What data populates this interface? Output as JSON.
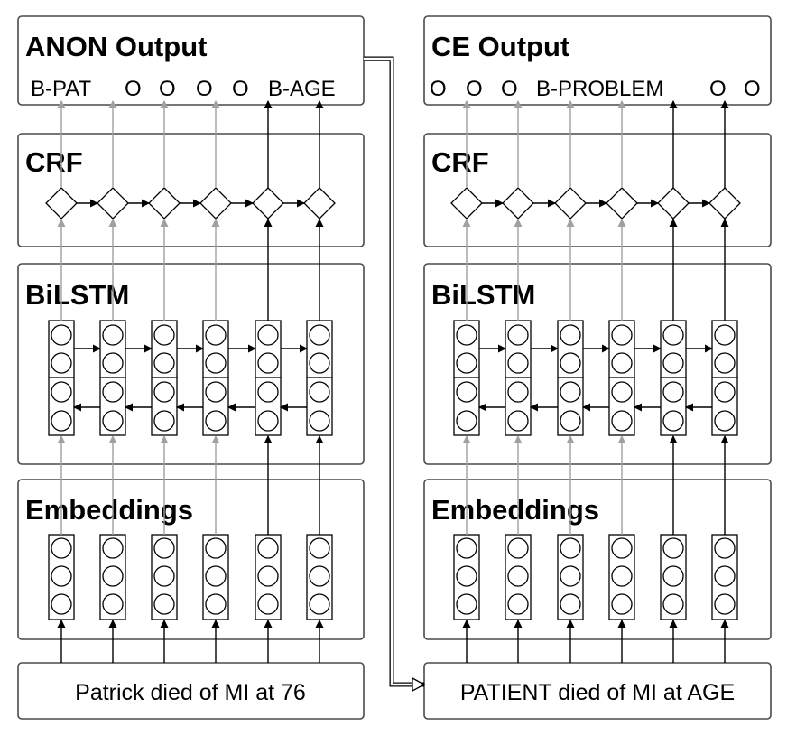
{
  "panels": [
    {
      "output_title": "ANON Output",
      "output_labels": [
        "B-PAT",
        "O",
        "O",
        "O",
        "O",
        "B-AGE"
      ],
      "crf_title": "CRF",
      "bilstm_title": "BiLSTM",
      "embeddings_title": "Embeddings",
      "input_text": "Patrick died of MI at 76"
    },
    {
      "output_title": "CE Output",
      "output_labels": [
        "O",
        "O",
        "O",
        "B-PROBLEM",
        "O",
        "O"
      ],
      "crf_title": "CRF",
      "bilstm_title": "BiLSTM",
      "embeddings_title": "Embeddings",
      "input_text": "PATIENT died of MI at AGE"
    }
  ],
  "colors": {
    "active_arrow": "#000000",
    "inactive_arrow": "#a0a0a0",
    "box_border": "#4a4a4a"
  }
}
